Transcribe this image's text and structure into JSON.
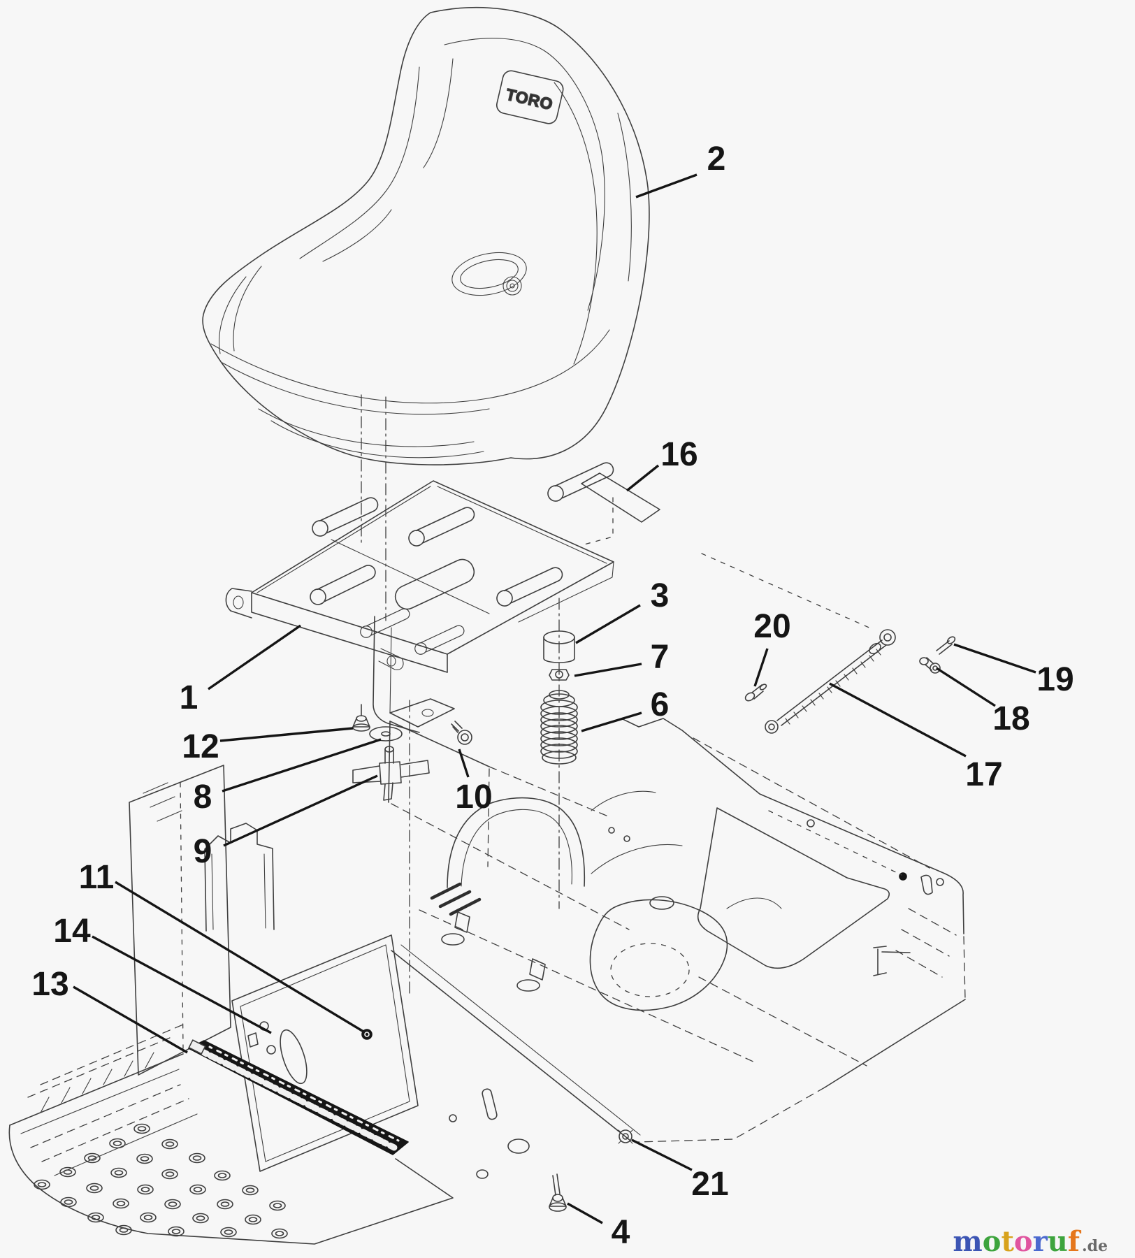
{
  "diagram": {
    "background_color": "#f7f7f7",
    "line_color": "#3f3f3f",
    "callout_color": "#151515",
    "seat_logo": "TORO",
    "callouts": {
      "c1": {
        "label": "1"
      },
      "c2": {
        "label": "2"
      },
      "c3": {
        "label": "3"
      },
      "c4": {
        "label": "4"
      },
      "c6": {
        "label": "6"
      },
      "c7": {
        "label": "7"
      },
      "c8": {
        "label": "8"
      },
      "c9": {
        "label": "9"
      },
      "c10": {
        "label": "10"
      },
      "c11": {
        "label": "11"
      },
      "c12": {
        "label": "12"
      },
      "c13": {
        "label": "13"
      },
      "c14": {
        "label": "14"
      },
      "c16": {
        "label": "16"
      },
      "c17": {
        "label": "17"
      },
      "c18": {
        "label": "18"
      },
      "c19": {
        "label": "19"
      },
      "c20": {
        "label": "20"
      },
      "c21": {
        "label": "21"
      }
    }
  },
  "watermark": {
    "letters": [
      {
        "ch": "m",
        "color": "#3c55b4"
      },
      {
        "ch": "o",
        "color": "#3da43d"
      },
      {
        "ch": "t",
        "color": "#d8a21c"
      },
      {
        "ch": "o",
        "color": "#e0559f"
      },
      {
        "ch": "r",
        "color": "#4b69cf"
      },
      {
        "ch": "u",
        "color": "#3da43d"
      },
      {
        "ch": "f",
        "color": "#e5761c"
      }
    ],
    "suffix": {
      "ch": ".de",
      "color": "#6a6a6a"
    }
  }
}
